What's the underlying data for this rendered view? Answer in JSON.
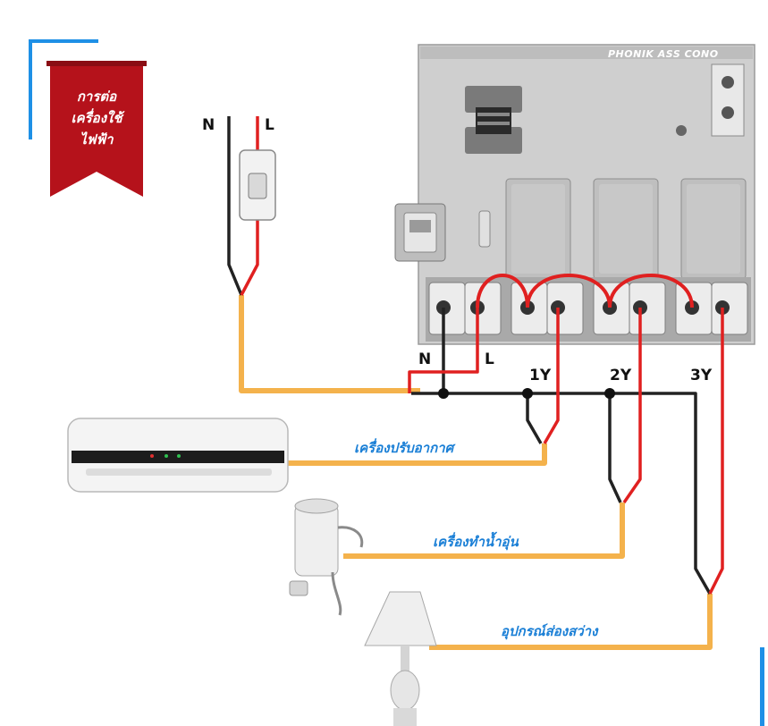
{
  "badge": {
    "lines": [
      "การต่อ",
      "เครื่องใช้",
      "ไฟฟ้า"
    ]
  },
  "board": {
    "brand": "PHONIK ASS CONO"
  },
  "labels": {
    "switch_n": "N",
    "switch_l": "L",
    "term_n": "N",
    "term_l": "L",
    "out_1": "1Y",
    "out_2": "2Y",
    "out_3": "3Y"
  },
  "devices": {
    "aircon": "เครื่องปรับอากาศ",
    "water_heater": "เครื่องทำน้ำอุ่น",
    "lamp": "อุปกรณ์ส่องสว่าง"
  },
  "colors": {
    "badge_red": "#b5121b",
    "accent_blue": "#1e90e6",
    "label_blue": "#1a7fd6",
    "wire_red": "#e02020",
    "wire_black": "#222222",
    "cable_orange": "#f4b24c"
  }
}
